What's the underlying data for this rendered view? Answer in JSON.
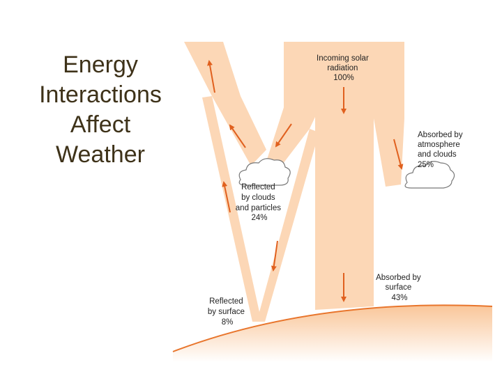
{
  "title_lines": [
    "Energy",
    "Interactions",
    "Affect",
    "Weather"
  ],
  "colors": {
    "beam": "#fcd7b6",
    "arrow": "#e0601e",
    "title": "#3e3219",
    "ground_line": "#e8752c",
    "ground_fill": "#f9c394"
  },
  "labels": {
    "incoming": [
      "Incoming solar",
      "radiation",
      "100%"
    ],
    "absorbed_atmosphere": [
      "Absorbed by",
      "atmosphere",
      "and clouds",
      "25%"
    ],
    "reflected_clouds": [
      "Reflected",
      "by clouds",
      "and particles",
      "24%"
    ],
    "absorbed_surface": [
      "Absorbed by",
      "surface",
      "43%"
    ],
    "reflected_surface": [
      "Reflected",
      "by surface",
      "8%"
    ]
  }
}
